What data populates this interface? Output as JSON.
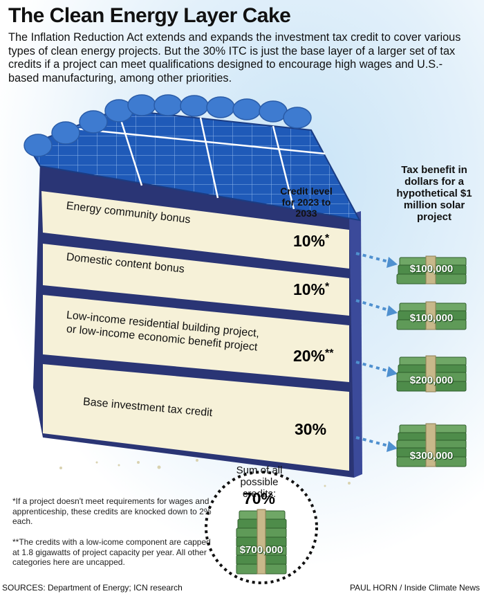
{
  "title": "The Clean Energy Layer Cake",
  "intro": "The Inflation Reduction Act extends and expands the investment tax credit to cover various types of clean energy projects. But the 30% ITC is just the base layer of a larger set of tax credits if a project can meet qualifications designed to encourage high wages and U.S.-based manufacturing, among other priorities.",
  "credit_header": "Credit level for 2023 to 2033",
  "benefit_header": "Tax benefit in dollars for a hypothetical $1 million solar project",
  "layers": [
    {
      "label": "Energy community bonus",
      "percent": "10%",
      "mark": "*",
      "benefit": "$100,000"
    },
    {
      "label": "Domestic content bonus",
      "percent": "10%",
      "mark": "*",
      "benefit": "$100,000"
    },
    {
      "label_line1": "Low-income residential building project,",
      "label_line2": "or low-income economic benefit project",
      "percent": "20%",
      "mark": "**",
      "benefit": "$200,000"
    },
    {
      "label": "Base investment tax credit",
      "percent": "30%",
      "mark": "",
      "benefit": "$300,000"
    }
  ],
  "sum": {
    "title": "Sum of all possible credits:",
    "percent": "70%",
    "amount": "$700,000"
  },
  "footnote1": "*If a project doesn't meet requirements for wages and apprenticeship, these credits are knocked down to 2% each.",
  "footnote2": "**The credits with a low-icome component are capped at 1.8 gigawatts of project capacity per year. All other categories here are uncapped.",
  "sources": "SOURCES: Department of Energy; ICN research",
  "credit_line": "PAUL HORN / Inside Climate News",
  "colors": {
    "cake_side": "#2a3575",
    "cream": "#f6f1d8",
    "panel": "#1f5ab8",
    "money": "#4e8c4a",
    "arrow": "#4f90cf"
  }
}
